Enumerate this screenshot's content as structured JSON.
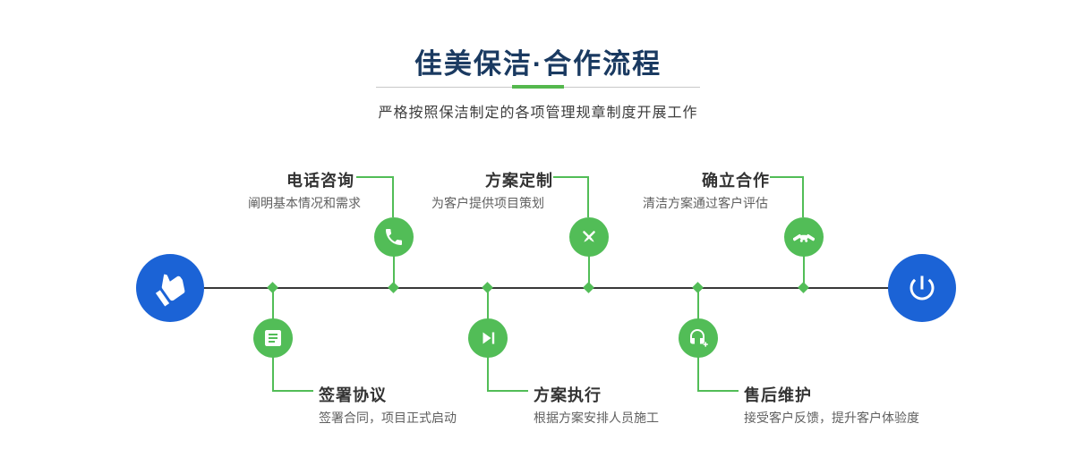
{
  "page": {
    "title": "佳美保洁·合作流程",
    "subtitle": "严格按照保洁制定的各项管理规章制度开展工作"
  },
  "colors": {
    "title_navy": "#1a3a61",
    "accent_green": "#52bd57",
    "accent_blue": "#1b63d6",
    "line_dark": "#383838"
  },
  "timeline": {
    "start_icon": "pointer-hand-icon",
    "end_icon": "power-icon"
  },
  "steps": {
    "top": [
      {
        "title": "电话咨询",
        "desc": "阐明基本情况和需求",
        "icon": "phone-icon"
      },
      {
        "title": "方案定制",
        "desc": "为客户提供项目策划",
        "icon": "crossed-pencils-icon"
      },
      {
        "title": "确立合作",
        "desc": "清洁方案通过客户评估",
        "icon": "handshake-icon"
      }
    ],
    "bottom": [
      {
        "title": "签署协议",
        "desc": "签署合同，项目正式启动",
        "icon": "contract-icon"
      },
      {
        "title": "方案执行",
        "desc": "根据方案安排人员施工",
        "icon": "play-next-icon"
      },
      {
        "title": "售后维护",
        "desc": "接受客户反馈，提升客户体验度",
        "icon": "headset-icon"
      }
    ]
  }
}
